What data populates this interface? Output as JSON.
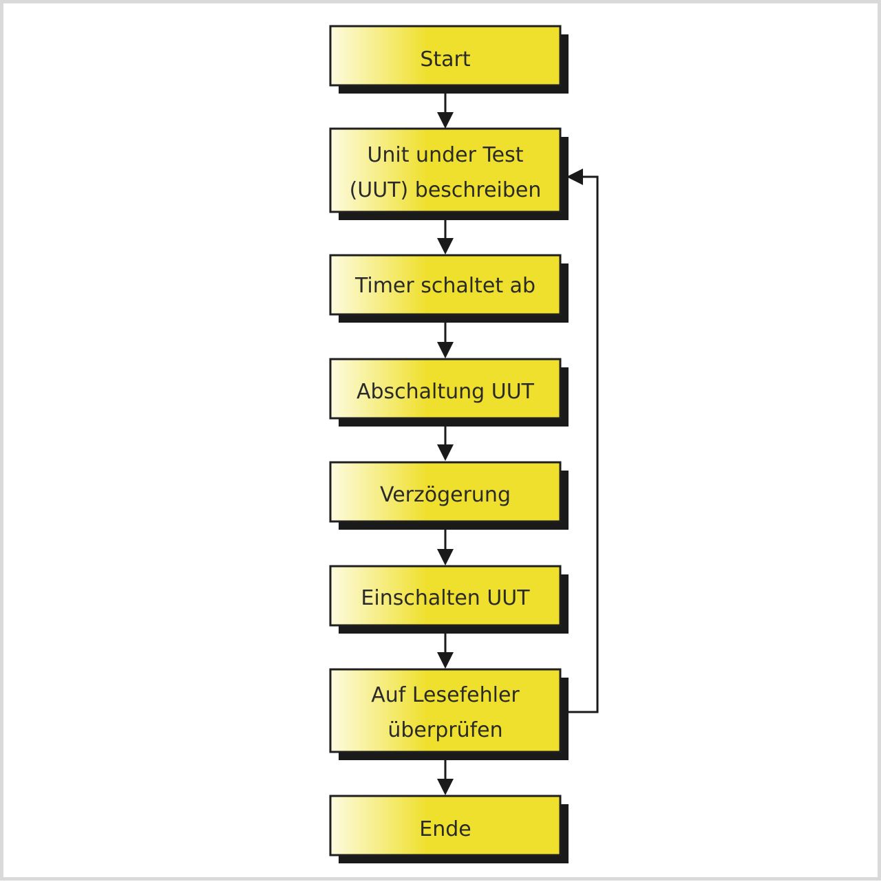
{
  "diagram": {
    "steps": [
      {
        "id": "start",
        "lines": [
          "Start"
        ]
      },
      {
        "id": "describe-uut",
        "lines": [
          "Unit under Test",
          "(UUT) beschreiben"
        ]
      },
      {
        "id": "timer",
        "lines": [
          "Timer schaltet ab"
        ]
      },
      {
        "id": "shutdown-uut",
        "lines": [
          "Abschaltung UUT"
        ]
      },
      {
        "id": "delay",
        "lines": [
          "Verzögerung"
        ]
      },
      {
        "id": "power-on-uut",
        "lines": [
          "Einschalten UUT"
        ]
      },
      {
        "id": "check-read-errors",
        "lines": [
          "Auf Lesefehler",
          "überprüfen"
        ]
      },
      {
        "id": "end",
        "lines": [
          "Ende"
        ]
      }
    ],
    "edges": [
      {
        "from": "start",
        "to": "describe-uut"
      },
      {
        "from": "describe-uut",
        "to": "timer"
      },
      {
        "from": "timer",
        "to": "shutdown-uut"
      },
      {
        "from": "shutdown-uut",
        "to": "delay"
      },
      {
        "from": "delay",
        "to": "power-on-uut"
      },
      {
        "from": "power-on-uut",
        "to": "check-read-errors"
      },
      {
        "from": "check-read-errors",
        "to": "end"
      },
      {
        "from": "check-read-errors",
        "to": "describe-uut",
        "type": "loop-back"
      }
    ],
    "colors": {
      "box_fill_light": "#fdfbe0",
      "box_fill_dark": "#efe02e",
      "box_border": "#1f1f1f",
      "box_shadow": "#1a1a1a",
      "arrow": "#1a1a1a",
      "frame": "#d9d9d9"
    }
  }
}
